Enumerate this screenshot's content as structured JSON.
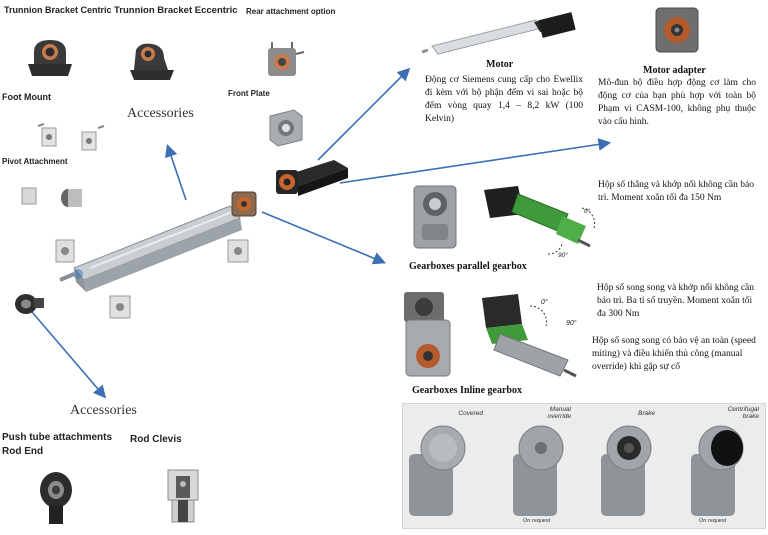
{
  "labels": {
    "trunnion_centric": "Trunnion Bracket Centric",
    "trunnion_eccentric": "Trunnion Bracket Eccentric",
    "rear_attachment": "Rear attachment option",
    "foot_mount": "Foot Mount",
    "front_plate": "Front Plate",
    "pivot_attachment": "Pivot Attachment",
    "accessories_top": "Accessories",
    "accessories_bottom": "Accessories",
    "push_tube": "Push tube attachments",
    "rod_end": "Rod End",
    "rod_clevis": "Rod Clevis"
  },
  "motor": {
    "title": "Motor",
    "description": "Động cơ Siemens cung cấp cho Ewellix đi kèm với bộ phận đếm vi sai hoặc bộ đếm vòng quay 1,4 – 8,2 kW (100 Kelvin)"
  },
  "motor_adapter": {
    "title": "Motor adapter",
    "description": "Mô-đun bộ điều hợp động cơ làm cho động cơ của bạn phù hợp với toàn bộ Phạm vi CASM-100, không phụ thuộc vào cấu hình."
  },
  "gearbox_parallel": {
    "title": "Gearboxes parallel gearbox",
    "description": "Hộp số thẳng và khớp nối không cần bảo trì. Moment xoắn tối đa 150 Nm",
    "angle_0": "0°",
    "angle_90": "90°"
  },
  "gearbox_inline": {
    "title": "Gearboxes Inline gearbox",
    "description": "Hộp số song song và khớp nối không cần bảo trì. Ba tỉ số truyền. Moment xoắn tối đa 300 Nm",
    "angle_0": "0°",
    "angle_90": "90°"
  },
  "safety": {
    "description": "Hộp số song song có bảo vệ an toàn (speed miting) và điều khiển thủ công (manual override) khi gặp sự cố"
  },
  "options_panel": {
    "items": [
      {
        "caption": "Covered",
        "on_request": ""
      },
      {
        "caption": "Manual override",
        "on_request": "On request"
      },
      {
        "caption": "Brake",
        "on_request": ""
      },
      {
        "caption": "Centrifugal brake",
        "on_request": "On request"
      }
    ]
  },
  "colors": {
    "arrow": "#3b6fb6",
    "actuator_body": "#b9bec4",
    "motor_black": "#1c1c1c",
    "accent_orange": "#c8642d",
    "gearbox_green": "#3f9a3a",
    "panel_bg": "#ececec"
  },
  "icons": [
    "arrow-icon",
    "actuator-icon",
    "motor-icon",
    "gearbox-icon",
    "bracket-icon"
  ]
}
